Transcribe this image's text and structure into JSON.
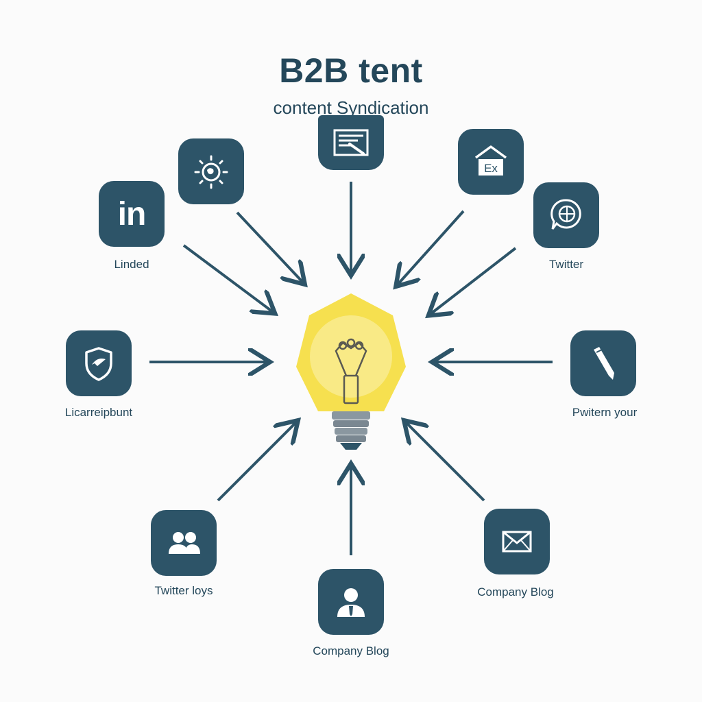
{
  "header": {
    "title": "B2B tent",
    "subtitle": "content Syndication"
  },
  "nodes": [
    {
      "id": "linkedin",
      "icon": "linkedin-icon",
      "text": "in",
      "label": "Linded"
    },
    {
      "id": "sun-globe",
      "icon": "sun-globe-icon",
      "label": ""
    },
    {
      "id": "document",
      "icon": "document-pen-icon",
      "label": ""
    },
    {
      "id": "house-ex",
      "icon": "house-ex-icon",
      "text": "Ex",
      "label": ""
    },
    {
      "id": "twitter",
      "icon": "chat-globe-icon",
      "label": "Twitter"
    },
    {
      "id": "shield",
      "icon": "shield-check-icon",
      "label": "Licarreipbunt"
    },
    {
      "id": "pen",
      "icon": "pen-icon",
      "label": "Pwitern your"
    },
    {
      "id": "people",
      "icon": "people-icon",
      "label": "Twitter loys"
    },
    {
      "id": "person",
      "icon": "person-icon",
      "label": "Company Blog"
    },
    {
      "id": "mail",
      "icon": "envelope-icon",
      "label": "Company Blog"
    }
  ],
  "colors": {
    "tile": "#2d5468",
    "arrow": "#2d5468",
    "bulb": "#f6e04f",
    "bulb_glow": "#fbf2b4",
    "base": "#8a97a0"
  }
}
